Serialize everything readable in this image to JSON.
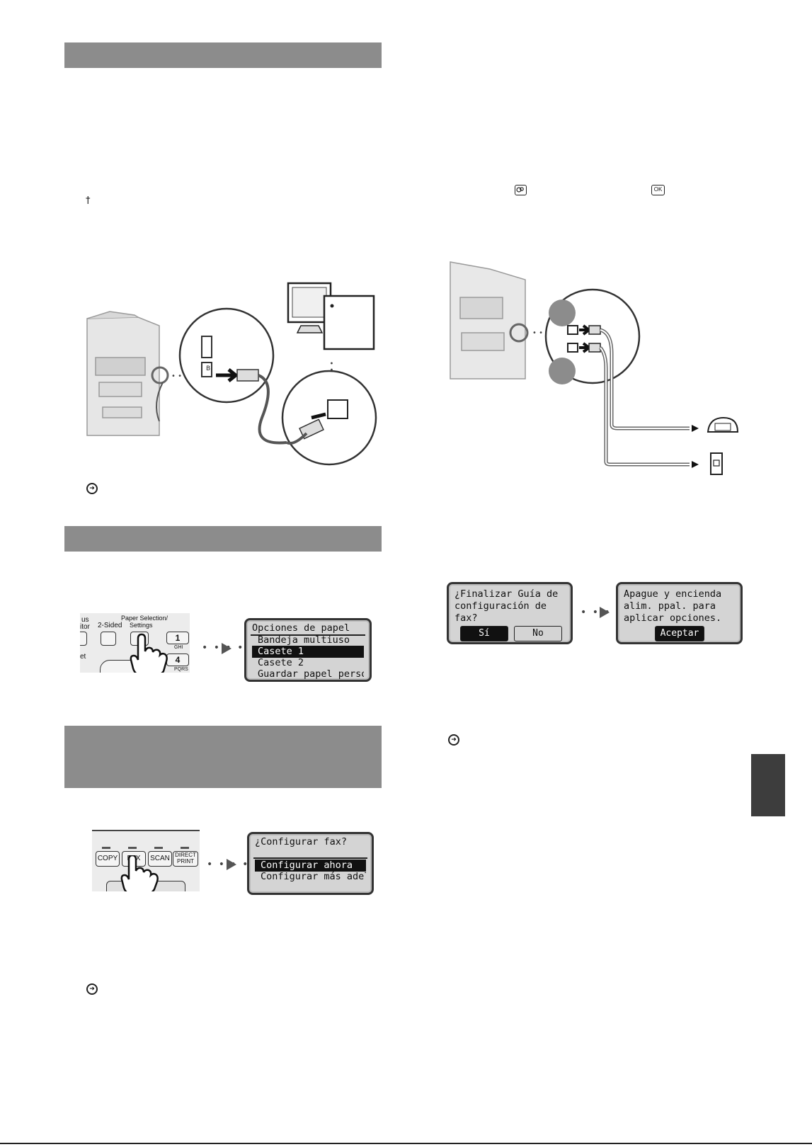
{
  "dagger": "†",
  "icons": {
    "settings_key": "settings-key-icon",
    "ok_key": "OK",
    "arrow_refs": [
      "circle-arrow-icon",
      "circle-arrow-icon",
      "circle-arrow-icon",
      "circle-arrow-icon"
    ]
  },
  "usb_figure": {
    "port_label": "B"
  },
  "paper_panel": {
    "keys": {
      "partial_status": "us",
      "partial_monitor": "itor",
      "two_sided": "2-Sided",
      "paper_selection": "Paper Selection/",
      "settings": "Settings",
      "partial_reset": "et",
      "key1": "1",
      "key1_sub": "GHI",
      "key4": "4",
      "key4_sub": "PQRS"
    },
    "lcd": {
      "title": "Opciones de papel",
      "items": [
        "Bandeja multiuso",
        "Casete 1",
        "Casete 2",
        "Guardar papel person…"
      ],
      "selected_index": 1
    }
  },
  "fax_panel": {
    "keys": [
      "COPY",
      "FAX",
      "SCAN",
      "DIRECT",
      "PRINT"
    ],
    "lcd": {
      "title": "¿Configurar fax?",
      "items": [
        "Configurar ahora",
        "Configurar más adela…"
      ],
      "selected_index": 0
    }
  },
  "finish_dialog": {
    "lines": [
      "¿Finalizar Guía de",
      "configuración de",
      "fax?"
    ],
    "yes": "Sí",
    "no": "No"
  },
  "restart_dialog": {
    "lines": [
      "Apague y encienda",
      "alim. ppal. para",
      "aplicar opciones."
    ],
    "ok": "Aceptar"
  }
}
